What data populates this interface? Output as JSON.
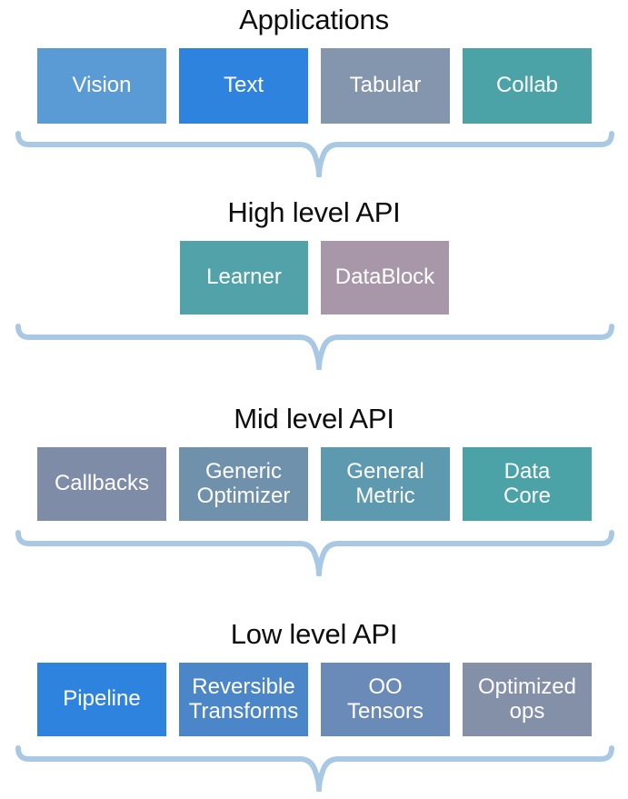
{
  "diagram": {
    "type": "layered-architecture",
    "background": "#ffffff",
    "brace_color": "#a8c8e4",
    "title_color": "#0d0d0d",
    "node_text_color": "#ffffff",
    "layers": [
      {
        "id": "applications",
        "title": "Applications",
        "nodes": [
          {
            "label": "Vision",
            "color": "#5b9bd5"
          },
          {
            "label": "Text",
            "color": "#2e83de"
          },
          {
            "label": "Tabular",
            "color": "#8496ae"
          },
          {
            "label": "Collab",
            "color": "#4ba3a8"
          }
        ]
      },
      {
        "id": "high-level-api",
        "title": "High level API",
        "nodes": [
          {
            "label": "Learner",
            "color": "#51a3a9"
          },
          {
            "label": "DataBlock",
            "color": "#a897a8"
          }
        ]
      },
      {
        "id": "mid-level-api",
        "title": "Mid level API",
        "nodes": [
          {
            "label": "Callbacks",
            "color": "#7e8ca8"
          },
          {
            "label": "Generic\nOptimizer",
            "color": "#6f91ac"
          },
          {
            "label": "General\nMetric",
            "color": "#5e9aaf"
          },
          {
            "label": "Data\nCore",
            "color": "#4ba3a8"
          }
        ]
      },
      {
        "id": "low-level-api",
        "title": "Low level API",
        "nodes": [
          {
            "label": "Pipeline",
            "color": "#2e83de"
          },
          {
            "label": "Reversible\nTransforms",
            "color": "#4b86c8"
          },
          {
            "label": "OO\nTensors",
            "color": "#6a8bb8"
          },
          {
            "label": "Optimized\nops",
            "color": "#8490a8"
          }
        ]
      }
    ]
  }
}
